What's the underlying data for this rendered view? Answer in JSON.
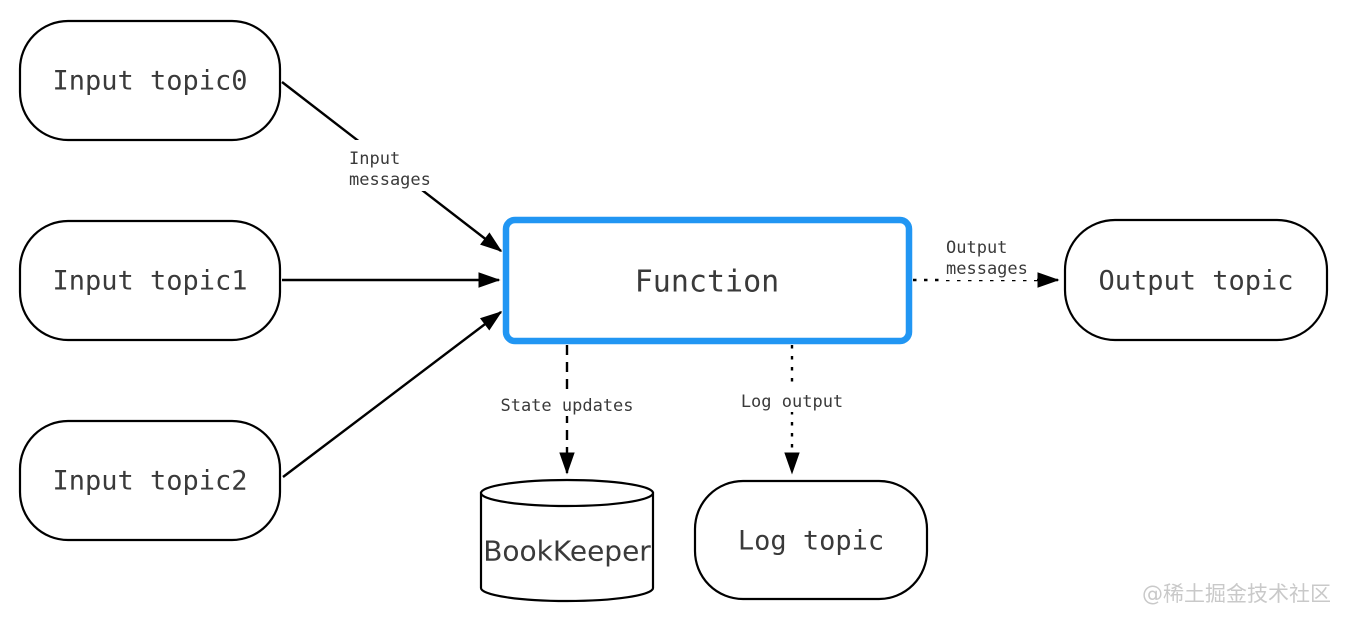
{
  "nodes": {
    "input_topic0": "Input topic0",
    "input_topic1": "Input topic1",
    "input_topic2": "Input topic2",
    "function": "Function",
    "output_topic": "Output topic",
    "bookkeeper": "BookKeeper",
    "log_topic": "Log topic"
  },
  "edges": {
    "input_messages": {
      "line1": "Input",
      "line2": "messages"
    },
    "output_messages": {
      "line1": "Output",
      "line2": "messages"
    },
    "state_updates": "State updates",
    "log_output": "Log output"
  },
  "colors": {
    "function_border": "#2196F3",
    "node_stroke": "#000000",
    "text": "#3a3a3a",
    "watermark": "#c9c9c9"
  },
  "watermark": "@稀土掘金技术社区"
}
